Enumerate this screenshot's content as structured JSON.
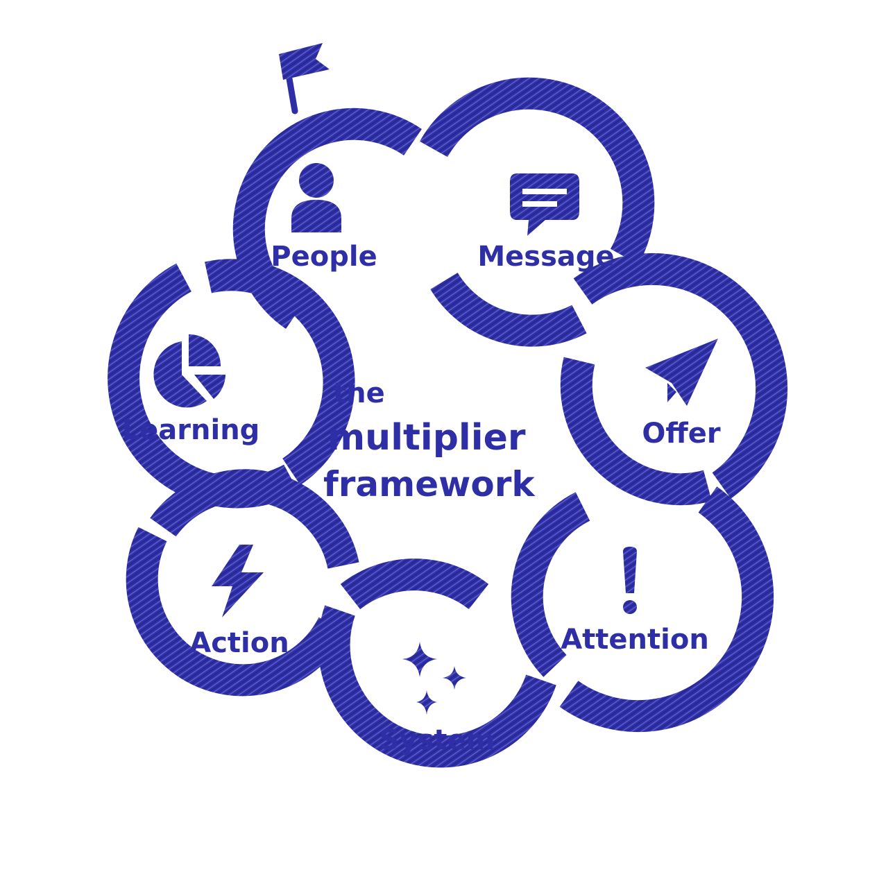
{
  "title": {
    "line1": "the",
    "line2": "multiplier",
    "line3": "framework"
  },
  "colors": {
    "primary": "#2e2fa6",
    "background": "#ffffff"
  },
  "nodes": [
    {
      "id": "people",
      "label": "People",
      "icon": "person-icon"
    },
    {
      "id": "message",
      "label": "Message",
      "icon": "chat-bubble-icon"
    },
    {
      "id": "offer",
      "label": "Offer",
      "icon": "paper-plane-icon"
    },
    {
      "id": "attention",
      "label": "Attention",
      "icon": "exclamation-icon"
    },
    {
      "id": "system",
      "label": "System",
      "icon": "sparkles-icon"
    },
    {
      "id": "action",
      "label": "Action",
      "icon": "lightning-icon"
    },
    {
      "id": "learning",
      "label": "Learning",
      "icon": "pie-chart-icon"
    }
  ],
  "decorations": {
    "start_marker": "flag-icon"
  }
}
